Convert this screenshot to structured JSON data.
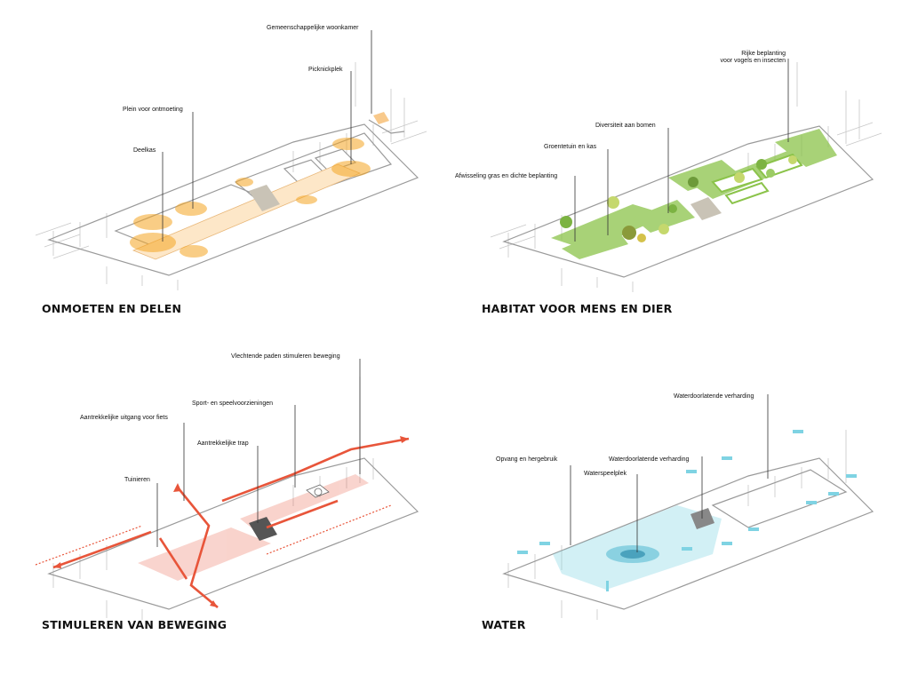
{
  "panels": {
    "onmoeten": {
      "title": "ONMOETEN EN DELEN",
      "labels": {
        "woonkamer": "Gemeenschappelijke woonkamer",
        "picknick": "Picknickplek",
        "plein": "Plein voor ontmoeting",
        "deelkas": "Deelkas"
      }
    },
    "habitat": {
      "title": "HABITAT VOOR MENS EN DIER",
      "labels": {
        "beplanting_1": "Rijke beplanting",
        "beplanting_2": "voor vogels en insecten",
        "bomen": "Diversiteit aan bomen",
        "groentetuin": "Groentetuin en kas",
        "afwisseling": "Afwisseling  gras en dichte beplanting"
      }
    },
    "beweging": {
      "title": "STIMULEREN VAN BEWEGING",
      "labels": {
        "paden": "Vlechtende paden stimuleren beweging",
        "sport": "Sport- en speelvoorzieningen",
        "fiets": "Aantrekkelijke uitgang voor fiets",
        "trap": "Aantrekkelijke trap",
        "tuinieren": "Tuinieren"
      }
    },
    "water": {
      "title": "WATER",
      "labels": {
        "verharding_1": "Waterdoorlatende verharding",
        "opvang": "Opvang en hergebruik",
        "verharding_2": "Waterdoorlatende verharding",
        "waterspeelplek": "Waterspeelplek"
      }
    }
  },
  "colors": {
    "line": "#bdbdbd",
    "dark_line": "#555555",
    "orange": "#f5a623",
    "green": "#8bc34a",
    "red": "#e8553a",
    "blue": "#7fd3e3"
  }
}
